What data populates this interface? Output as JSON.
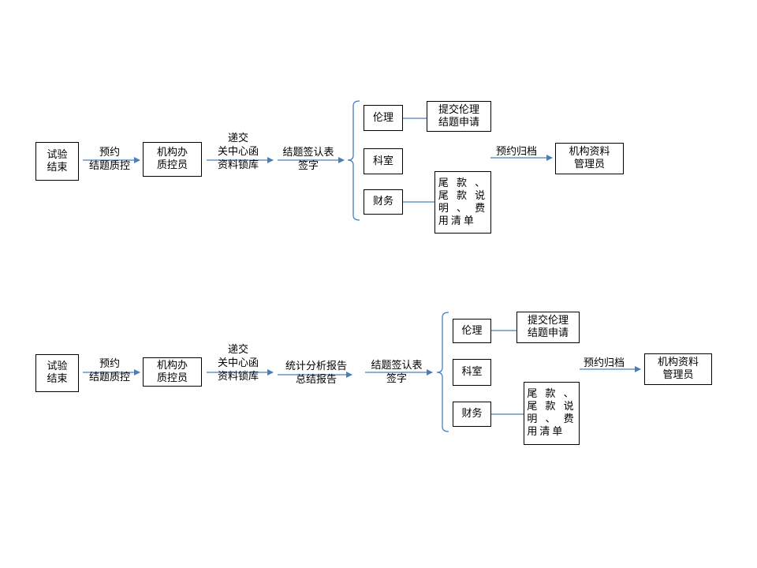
{
  "colors": {
    "arrow": "#4a7ebb",
    "box_border": "#000000"
  },
  "flow_top": {
    "start": "试验\n结束",
    "step1_label": "预约\n结题质控",
    "qc": "机构办\n质控员",
    "step2_label": "递交\n关中心函\n资料锁库",
    "step3_label": "结题签认表\n签字",
    "ethics": "伦理",
    "ethics_action": "提交伦理\n结题申请",
    "department": "科室",
    "finance": "财务",
    "finance_action": "尾 款 、\n尾 款 说\n明 、 费\n用清单",
    "archive_label": "预约归档",
    "archive": "机构资料\n管理员"
  },
  "flow_bottom": {
    "start": "试验\n结束",
    "step1_label": "预约\n结题质控",
    "qc": "机构办\n质控员",
    "step2_label": "递交\n关中心函\n资料锁库",
    "step3_label": "统计分析报告\n总结报告",
    "step4_label": "结题签认表\n签字",
    "ethics": "伦理",
    "ethics_action": "提交伦理\n结题申请",
    "department": "科室",
    "finance": "财务",
    "finance_action": "尾 款 、\n尾 款 说\n明 、 费\n用清单",
    "archive_label": "预约归档",
    "archive": "机构资料\n管理员"
  }
}
